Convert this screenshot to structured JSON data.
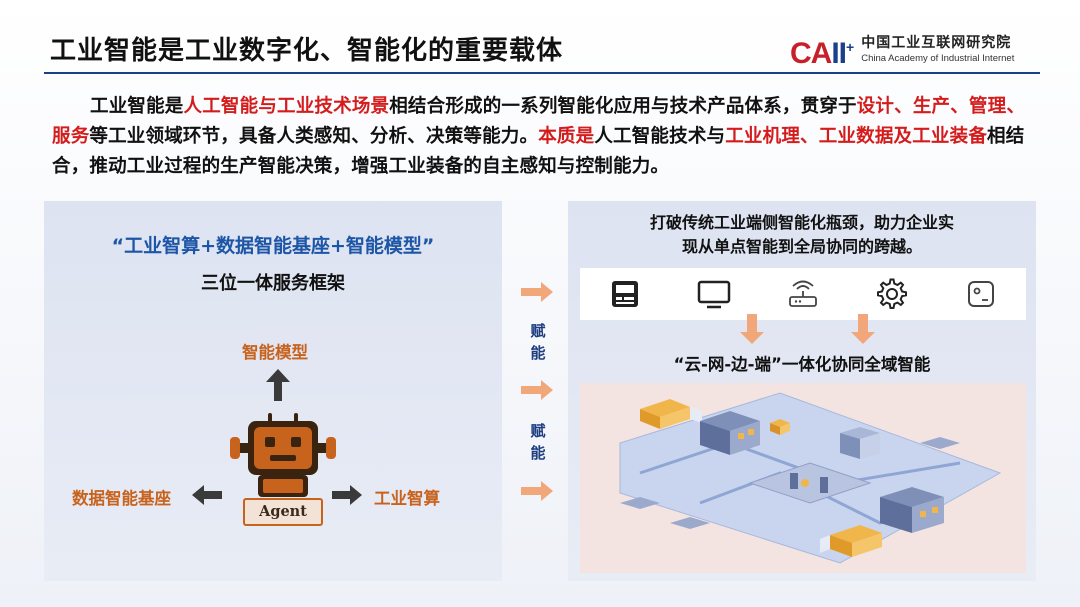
{
  "header": {
    "title": "工业智能是工业数字化、智能化的重要载体",
    "logo": {
      "mark_red": "CA",
      "mark_blue": "II",
      "mark_plus": "+",
      "name_cn": "中国工业互联网研究院",
      "name_en": "China Academy of Industrial Internet"
    }
  },
  "intro": {
    "segments": [
      {
        "text": "工业智能是",
        "color": "#111111"
      },
      {
        "text": "人工智能与工业技术场景",
        "color": "#d41c1c"
      },
      {
        "text": "相结合形成的一系列智能化应用与技术产品体系，贯穿于",
        "color": "#111111"
      },
      {
        "text": "设计、生产、管理、服务",
        "color": "#d41c1c"
      },
      {
        "text": "等工业领域环节，具备人类感知、分析、决策等能力。",
        "color": "#111111"
      },
      {
        "text": "本质是",
        "color": "#d41c1c"
      },
      {
        "text": "人工智能技术与",
        "color": "#111111"
      },
      {
        "text": "工业机理、工业数据及工业装备",
        "color": "#d41c1c"
      },
      {
        "text": "相结合，推动工业过程的生产智能决策，增强工业装备的自主感知与控制能力。",
        "color": "#111111"
      }
    ]
  },
  "left_panel": {
    "heading": "“工业智算+数据智能基座+智能模型”",
    "subheading": "三位一体服务框架",
    "top_label": "智能模型",
    "left_label": "数据智能基座",
    "right_label": "工业智算",
    "agent_label": "Agent",
    "icon": "robot-icon"
  },
  "middle": {
    "labels": [
      "赋能",
      "赋能"
    ]
  },
  "right_panel": {
    "heading_line1": "打破传统工业端侧智能化瓶颈，助力企业实",
    "heading_line2": "现从单点智能到全局协同的跨越。",
    "icons": [
      "pos-terminal-icon",
      "monitor-icon",
      "router-icon",
      "gear-icon",
      "camera-device-icon"
    ],
    "mid_title": "“云-网-边-端”一体化协同全域智能",
    "illustration": "isometric-smart-factory-illustration"
  },
  "colors": {
    "brand_blue": "#1c3f8a",
    "accent_red": "#d41c1c",
    "orange": "#c8631e",
    "panel_bg": "#dde3f1"
  }
}
